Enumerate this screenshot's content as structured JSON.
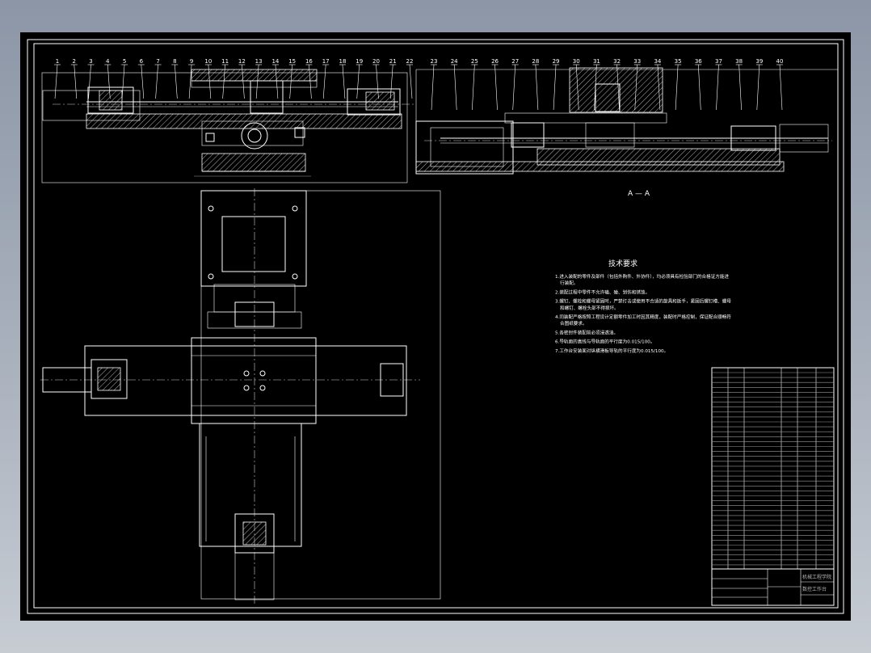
{
  "drawing": {
    "part_labels_left": [
      "1",
      "2",
      "3",
      "4",
      "5",
      "6",
      "7",
      "8",
      "9",
      "10",
      "11",
      "12",
      "13",
      "14",
      "15",
      "16",
      "17",
      "18",
      "19",
      "20",
      "21",
      "22"
    ],
    "part_labels_right": [
      "23",
      "24",
      "25",
      "26",
      "27",
      "28",
      "29",
      "30",
      "31",
      "32",
      "33",
      "34",
      "35",
      "36",
      "37",
      "38",
      "39",
      "40"
    ],
    "section_label": "A — A",
    "tech_requirements": {
      "title": "技术要求",
      "items": [
        "1.进入装配的零件及部件（包括外购件、外协件），均必须具有检验部门的合格证方能进行装配。",
        "2.装配过程中零件不允许磕、碰、划伤和锈蚀。",
        "3.螺钉、螺栓和螺母紧固时，严禁打击或使用不合适的旋具和扳手，紧固后螺钉槽、螺母和螺钉、螺栓头部不得损坏。",
        "4.同装配严格按照工程设计定额零件加工时因其精度，装配时严格控制，保证配合顺畅符合图纸要求。",
        "5.各密封件装配前必须浸透油。",
        "6.导轨面的直线与导轨面的平行度为0.015/100。",
        "7.工作台安装面对纵横滑板导轨的平行度为0.015/100。"
      ]
    },
    "title_block": {
      "school": "机械工程学院",
      "drawing_name": "数控工作台"
    }
  },
  "colors": {
    "page_background": "#000000",
    "line": "#ffffff",
    "outer_frame_background": "#9aa3b1"
  }
}
